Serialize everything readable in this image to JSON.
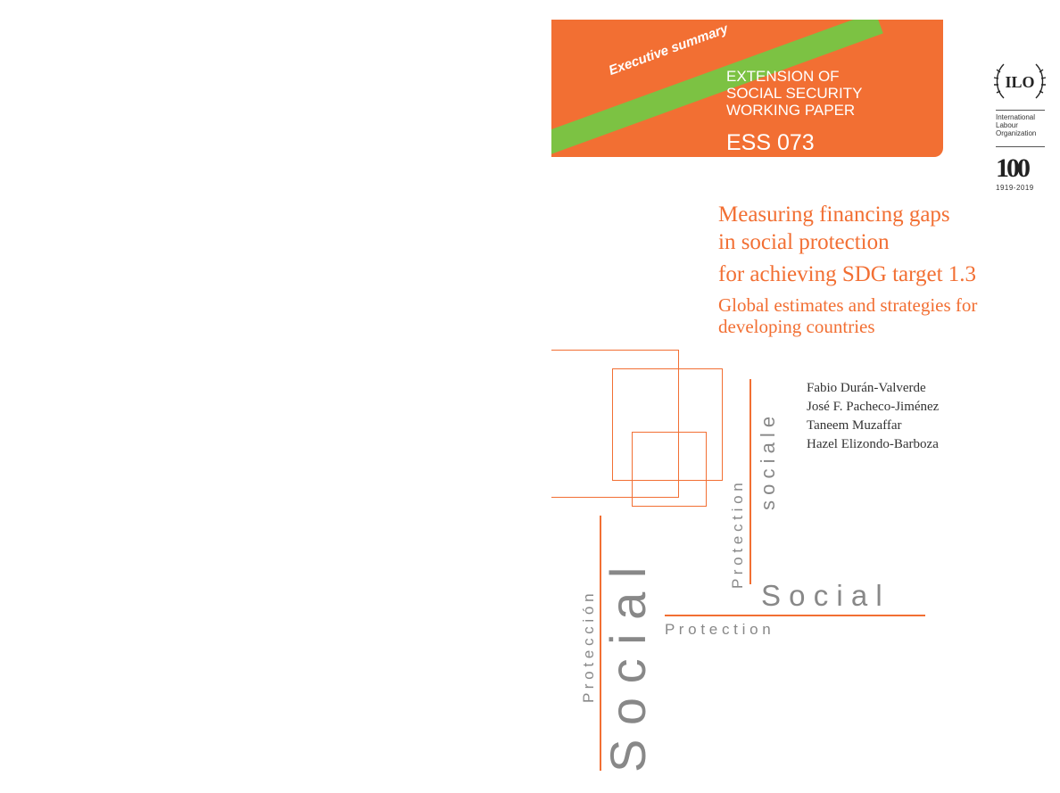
{
  "banner": {
    "ribbon": "Executive summary",
    "series_line1": "EXTENSION OF",
    "series_line2": "SOCIAL SECURITY",
    "series_line3": "WORKING PAPER",
    "number": "ESS 073"
  },
  "logo": {
    "letters": "ILO",
    "org_line1": "International",
    "org_line2": "Labour",
    "org_line3": "Organization",
    "centenary": "100",
    "years": "1919-2019"
  },
  "title": {
    "line1": "Measuring financing gaps",
    "line2": "in social protection",
    "line3": "for achieving SDG target 1.3",
    "sub1": "Global estimates and strategies for",
    "sub2": "developing countries"
  },
  "authors": [
    "Fabio Durán-Valverde",
    "José F. Pacheco-Jiménez",
    "Taneem Muzaffar",
    "Hazel Elizondo-Barboza"
  ],
  "graphic": {
    "protection_fr": "P r o t e c t i o n",
    "sociale": "s o c i a l e",
    "social_en": "S o c i a l",
    "protection_en": "P r o t e c t i o n",
    "proteccion_es": "P r o t e c c i ó n",
    "social_es": "S o c i a l"
  },
  "colors": {
    "accent": "#f26f33",
    "ribbon": "#7cc243"
  }
}
